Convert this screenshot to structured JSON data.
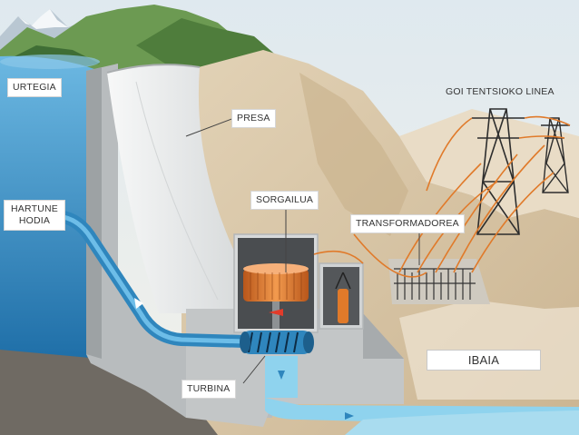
{
  "labels": {
    "urtegia": "URTEGIA",
    "presa": "PRESA",
    "goi_tentsioko_linea": "GOI TENTSIOKO LINEA",
    "hartune_hodia_line1": "HARTUNE",
    "hartune_hodia_line2": "HODIA",
    "sorgailua": "SORGAILUA",
    "transformadorea": "TRANSFORMADOREA",
    "turbina": "TURBINA",
    "ibaia": "IBAIA"
  },
  "colors": {
    "sky": "#e6eef2",
    "reservoir_water": "#3f9cd0",
    "river_water": "#8fd3ee",
    "concrete": "#c9cccd",
    "dam_face": "#eef0f0",
    "rock": "#d8c6a8",
    "mountain_green": "#5f8f47",
    "power_line": "#e07a2a",
    "generator": "#e07a2a",
    "penstock": "#2f86bd"
  }
}
